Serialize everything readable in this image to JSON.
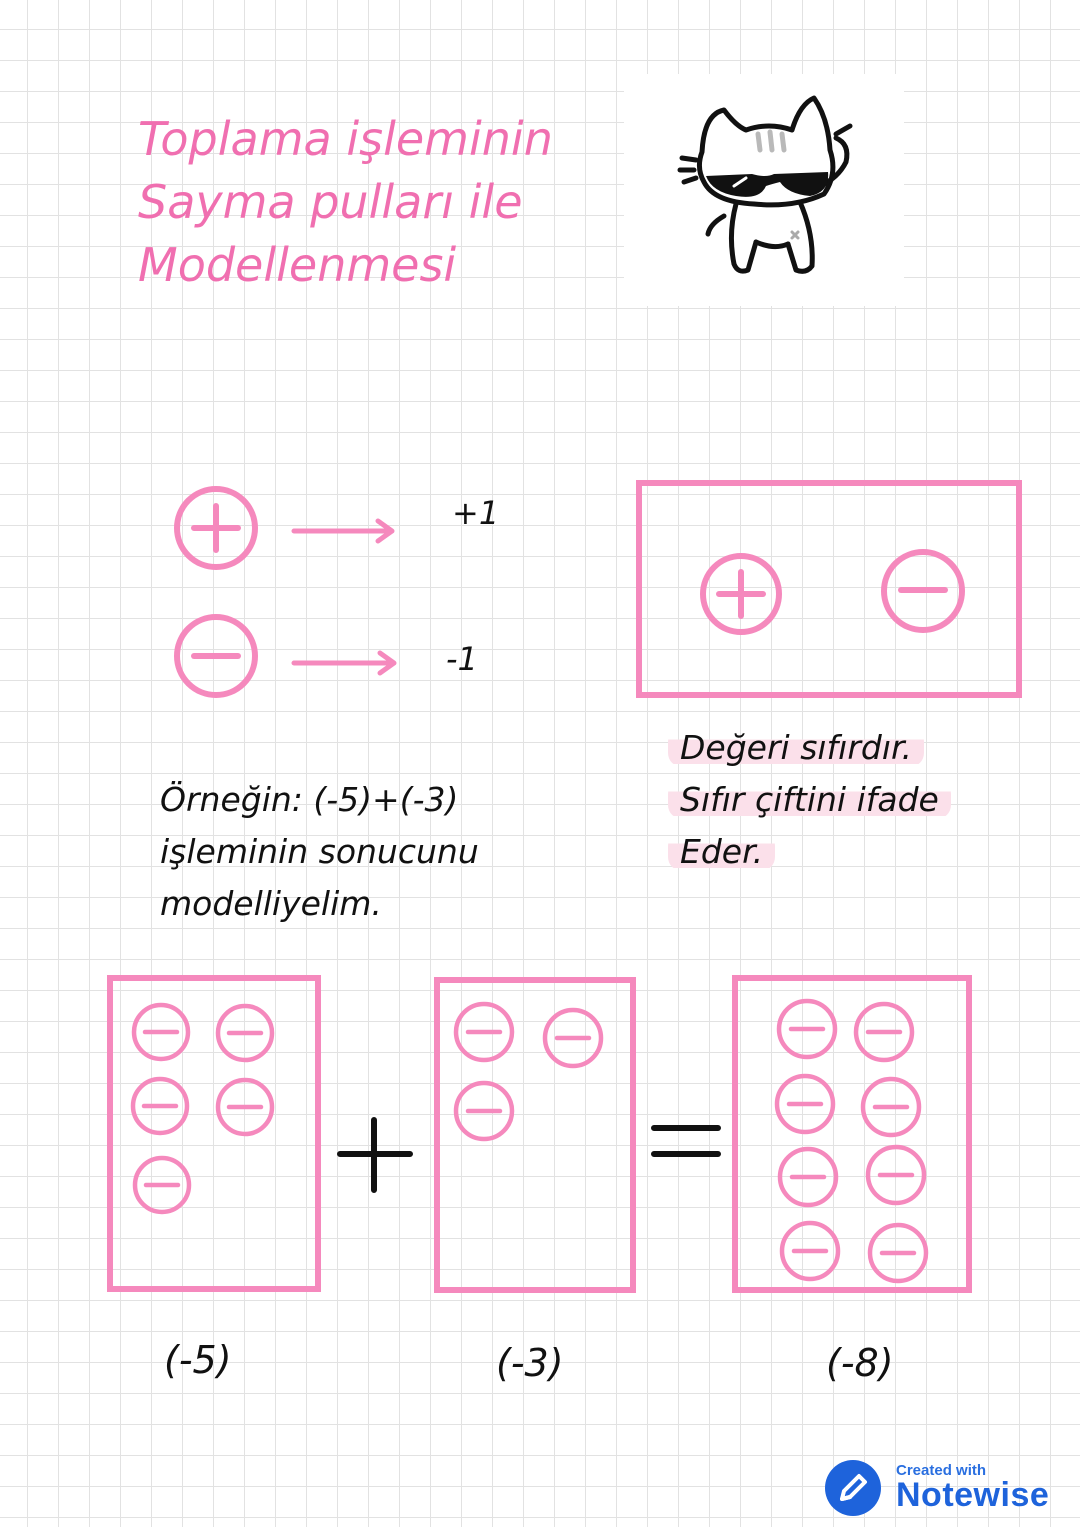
{
  "title": {
    "lines": [
      "Toplama işleminin",
      "Sayma pulları ile",
      "Modellenmesi"
    ]
  },
  "legend": {
    "positive_value": "+1",
    "negative_value": "-1"
  },
  "zero_pair": {
    "description_lines": [
      "Değeri sıfırdır.",
      "Sıfır çiftini ifade",
      "Eder."
    ]
  },
  "example": {
    "text_lines": [
      "Örneğin: (-5)+(-3)",
      "işleminin sonucunu",
      "modelliyelim."
    ]
  },
  "model": {
    "operator_plus": "+",
    "operator_equals": "=",
    "groups": [
      {
        "label": "(-5)",
        "negative_tokens": 5
      },
      {
        "label": "(-3)",
        "negative_tokens": 3
      },
      {
        "label": "(-8)",
        "negative_tokens": 8
      }
    ]
  },
  "footer": {
    "created_text": "Created with",
    "brand": "Notewise"
  },
  "colors": {
    "accent_pink": "#f06fb0",
    "token_pink": "#f589bd",
    "brand_blue": "#1e63db"
  }
}
